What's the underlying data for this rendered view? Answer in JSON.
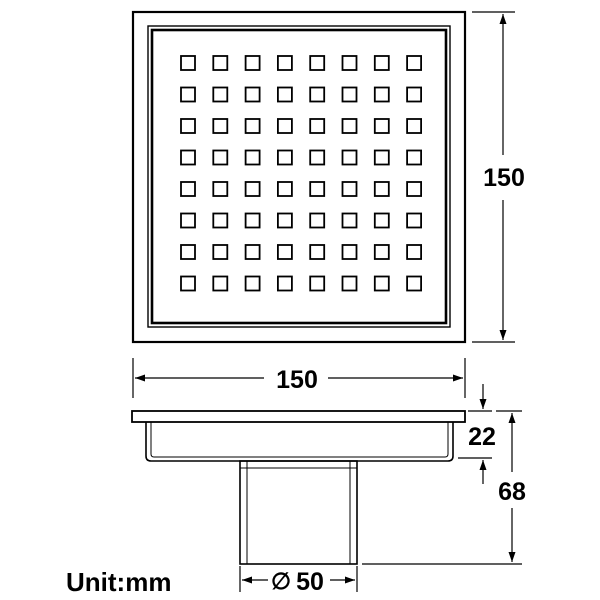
{
  "top_view": {
    "grate_rows": 8,
    "grate_cols": 8
  },
  "dimensions": {
    "width_label": "150",
    "height_label": "150",
    "flange_label": "22",
    "total_height_label": "68",
    "outlet_label": "50",
    "outlet_symbol": "∅"
  },
  "unit_label": "Unit:mm"
}
